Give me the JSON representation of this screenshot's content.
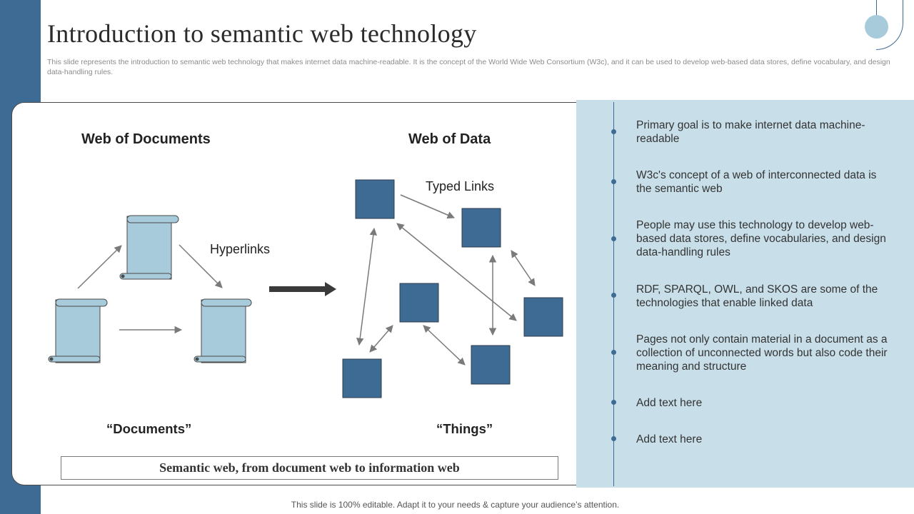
{
  "slide": {
    "title": "Introduction to semantic web technology",
    "subtitle": "This slide represents the introduction to semantic web technology that makes internet data machine-readable. It is the concept of the World Wide Web Consortium (W3c), and it can be used to develop web-based data stores, define vocabulary, and design data-handling rules."
  },
  "diagram": {
    "left_heading": "Web of Documents",
    "right_heading": "Web of Data",
    "hyperlinks_label": "Hyperlinks",
    "typed_links_label": "Typed Links",
    "documents_caption": "“Documents”",
    "things_caption": "“Things”",
    "summary": "Semantic web, from document web to information web"
  },
  "bullets": [
    "Primary goal is to make internet data machine-readable",
    "W3c's concept of a web of interconnected data is the semantic web",
    "People may use this technology to develop web-based data stores, define vocabularies, and design data-handling rules",
    "RDF, SPARQL, OWL, and SKOS are some of the technologies that enable linked data",
    "Pages not only contain material in a document as a collection of unconnected words but also code their meaning and structure",
    "Add text here",
    "Add text here"
  ],
  "footer": "This slide is 100% editable. Adapt it to your needs & capture your audience’s attention.",
  "colors": {
    "accent": "#3e6b93",
    "panel": "#c8dfe9",
    "scroll": "#a8cbdc"
  }
}
